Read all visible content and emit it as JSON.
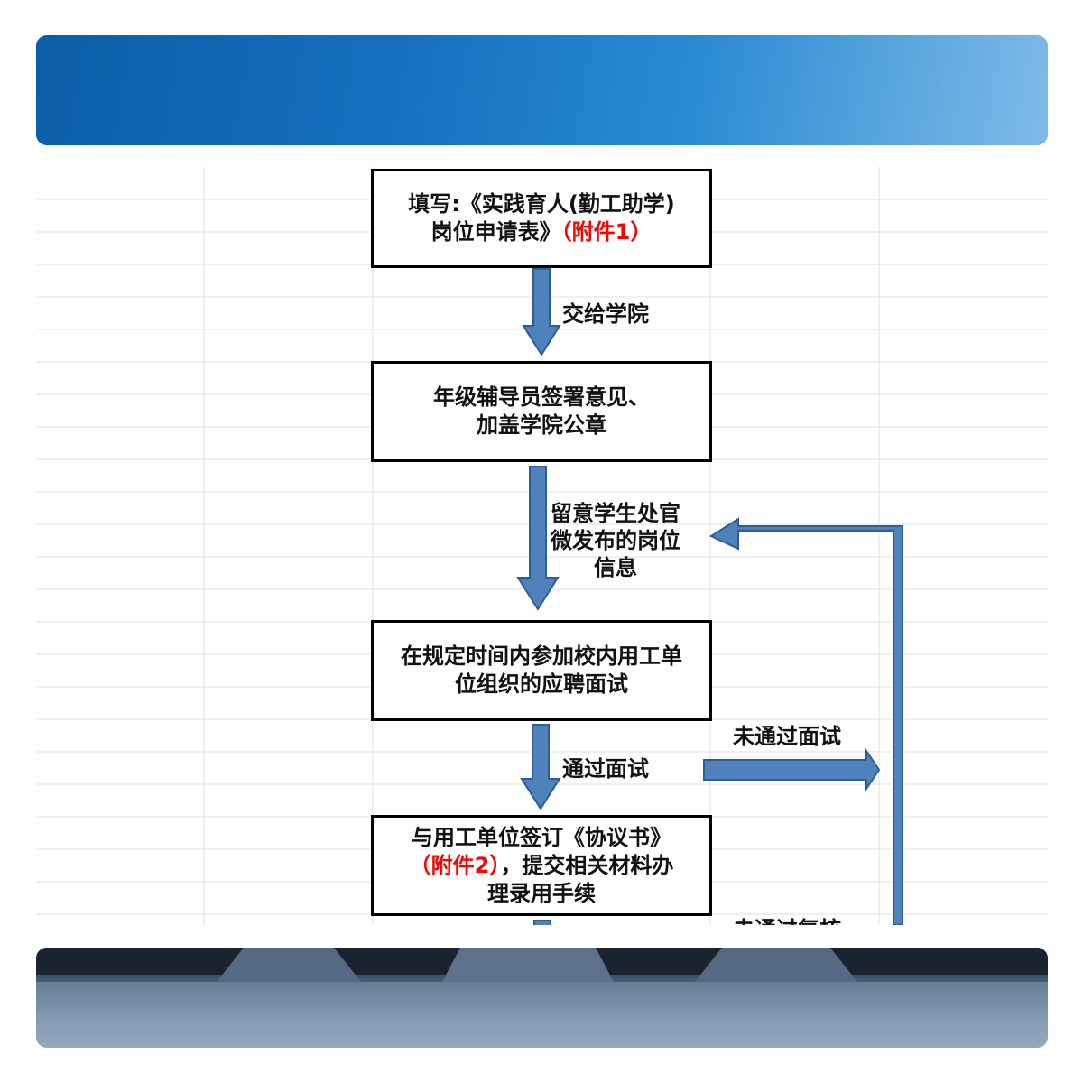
{
  "colors": {
    "arrow_fill": "#4f81bd",
    "arrow_stroke": "#2f5f8f",
    "box_border": "#000000",
    "attachment_text": "#ff0000",
    "grid_line": "#e2e2e2",
    "banner_blue": "#1470bd"
  },
  "flow": {
    "step1": {
      "text": "填写:《实践育人(勤工助学)",
      "text2": "岗位申请表》",
      "attachment": "（附件1）"
    },
    "edge1_label": "交给学院",
    "step2": {
      "line1": "年级辅导员签署意见、",
      "line2": "加盖学院公章"
    },
    "edge2_label": {
      "line1": "留意学生处官",
      "line2": "微发布的岗位",
      "line3": "信息"
    },
    "step3": {
      "line1": "在规定时间内参加校内用工单",
      "line2": "位组织的应聘面试"
    },
    "edge3_label": "通过面试",
    "fail_label": "未通过面试",
    "step4": {
      "line1": "与用工单位签订《协议书》",
      "attachment": "（附件2）",
      "line2_rest": "，提交相关材料办",
      "line3": "理录用手续"
    },
    "partial_label": "未通过复核"
  }
}
